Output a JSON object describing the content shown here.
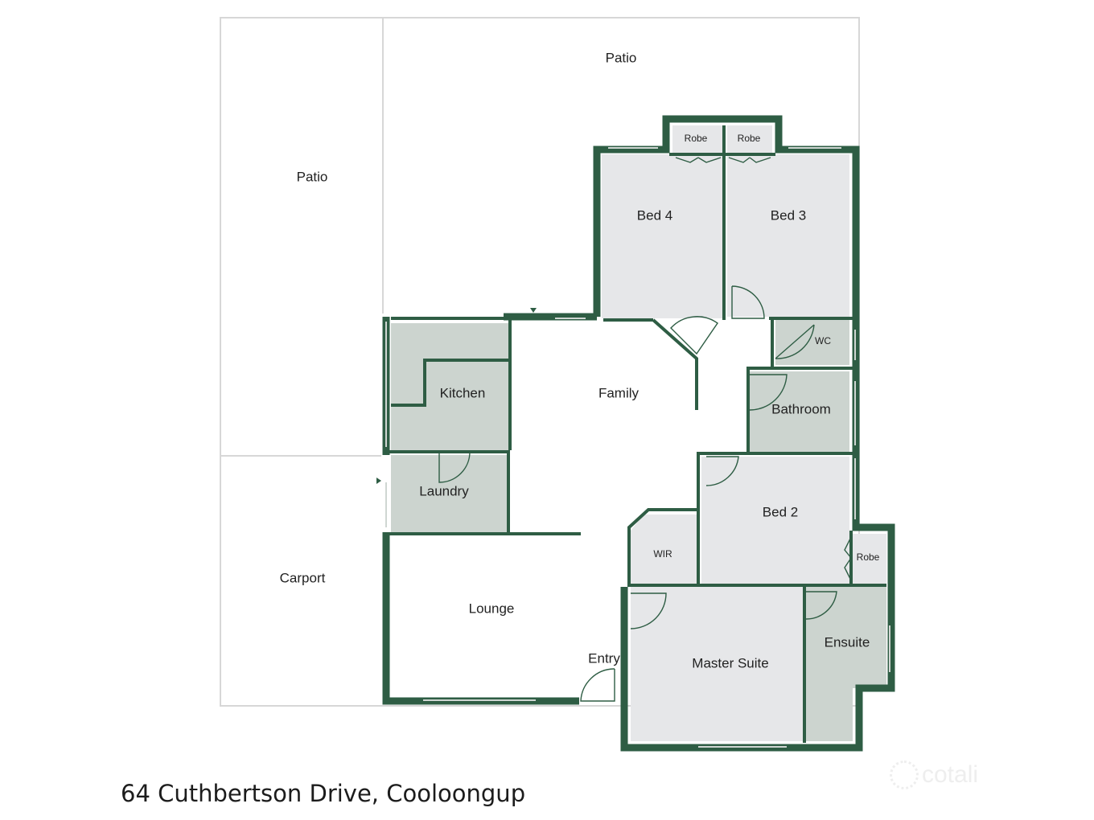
{
  "plan": {
    "address": "64 Cuthbertson Drive, Cooloongup",
    "brand": "cotali",
    "colors": {
      "wall": "#2e5d44",
      "room_fill": "#e6e7e9",
      "wet_fill": "#ccd4cf",
      "outdoor_line": "#d7d7d7"
    },
    "labels": {
      "patio_top": "Patio",
      "patio_left": "Patio",
      "carport": "Carport",
      "robe_bed4": "Robe",
      "robe_bed3": "Robe",
      "bed4": "Bed 4",
      "bed3": "Bed 3",
      "wc": "WC",
      "kitchen": "Kitchen",
      "family": "Family",
      "bathroom": "Bathroom",
      "laundry": "Laundry",
      "bed2": "Bed 2",
      "robe_bed2": "Robe",
      "wir": "WIR",
      "lounge": "Lounge",
      "entry": "Entry",
      "master_suite": "Master Suite",
      "ensuite": "Ensuite"
    }
  }
}
